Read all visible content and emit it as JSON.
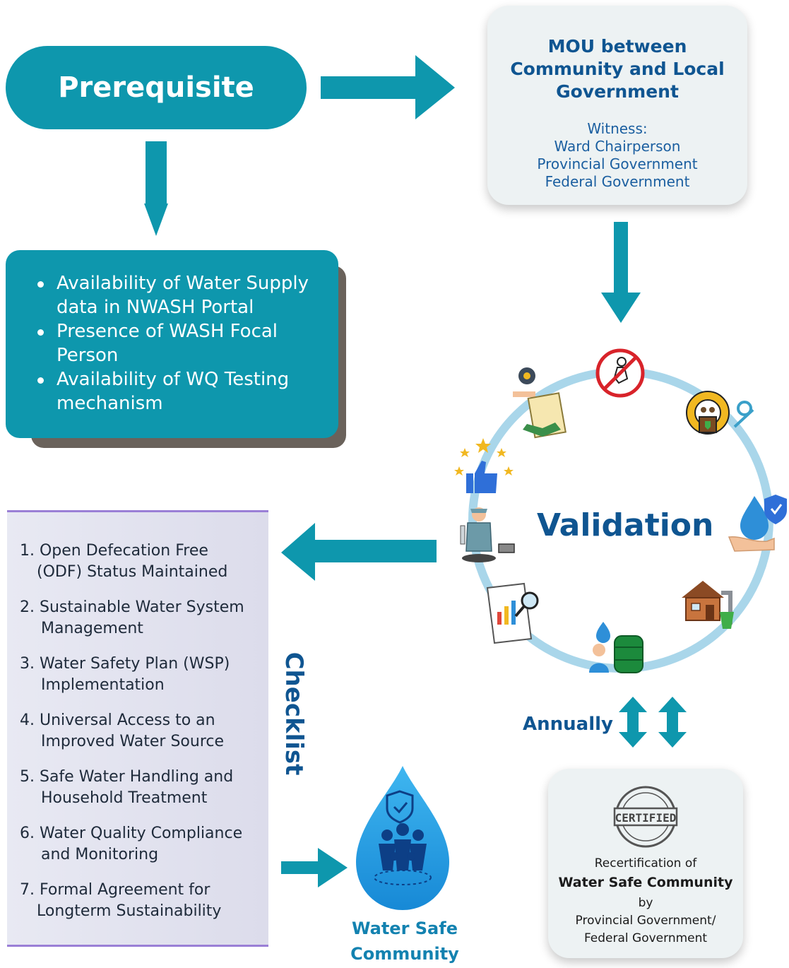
{
  "prerequisite": {
    "title": "Prerequisite"
  },
  "mou": {
    "title": "MOU between\nCommunity and Local\nGovernment",
    "witness": "Witness:\nWard Chairperson\nProvincial Government\nFederal Government"
  },
  "requirements": {
    "items": [
      "Availability of Water Supply data in NWASH Portal",
      "Presence of WASH Focal Person",
      "Availability of WQ Testing mechanism"
    ]
  },
  "validation": {
    "label": "Validation"
  },
  "checklist": {
    "label": "Checklist",
    "items": [
      {
        "line1": "1. Open Defecation Free",
        "line2": "(ODF) Status Maintained"
      },
      {
        "line1": "2. Sustainable Water System",
        "line2": "Management"
      },
      {
        "line1": "3. Water Safety Plan (WSP)",
        "line2": "Implementation"
      },
      {
        "line1": "4. Universal Access to an",
        "line2": "Improved Water Source"
      },
      {
        "line1": "5. Safe Water Handling and",
        "line2": "Household Treatment"
      },
      {
        "line1": "6. Water Quality Compliance",
        "line2": "and Monitoring"
      },
      {
        "line1": "7. Formal Agreement for",
        "line2": "Longterm Sustainability"
      }
    ]
  },
  "annually": {
    "label": "Annually"
  },
  "recertification": {
    "line1": "Recertification of",
    "line2": "Water Safe Community",
    "line3": "by",
    "line4": "Provincial Government/\nFederal Government",
    "badge_text": "CERTIFIED"
  },
  "water_safe_community": {
    "label": "Water Safe\nCommunity"
  },
  "colors": {
    "teal": "#0e97ad",
    "navy": "#0f5591",
    "ring": "#a9d6ea"
  }
}
